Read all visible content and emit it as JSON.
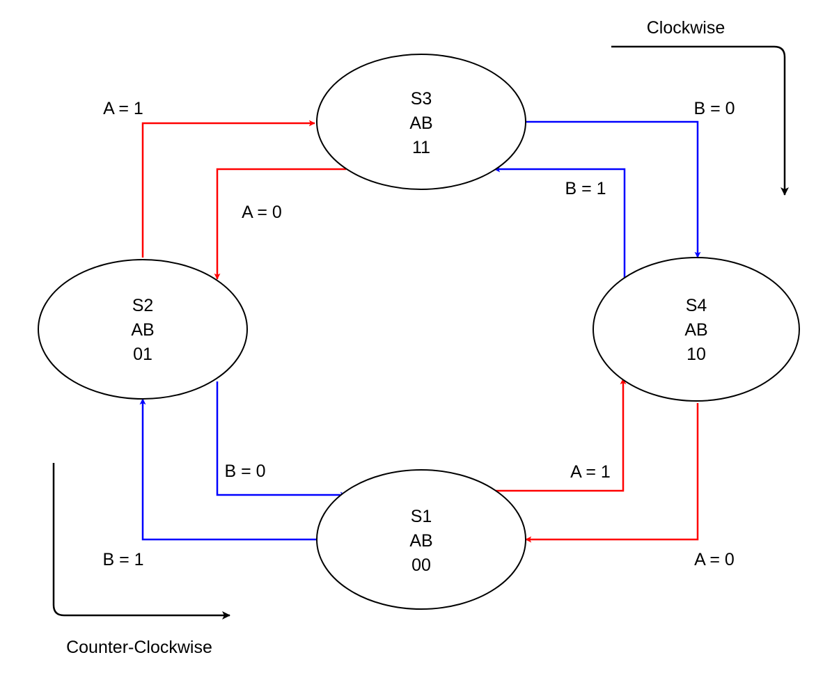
{
  "states": {
    "s1": {
      "name": "S1",
      "vars": "AB",
      "code": "00"
    },
    "s2": {
      "name": "S2",
      "vars": "AB",
      "code": "01"
    },
    "s3": {
      "name": "S3",
      "vars": "AB",
      "code": "11"
    },
    "s4": {
      "name": "S4",
      "vars": "AB",
      "code": "10"
    }
  },
  "transitions": {
    "s2_to_s3": "A = 1",
    "s3_to_s2": "A = 0",
    "s3_to_s4": "B = 0",
    "s4_to_s3": "B = 1",
    "s2_to_s1": "B = 0",
    "s1_to_s2": "B = 1",
    "s1_to_s4": "A = 1",
    "s4_to_s1": "A = 0"
  },
  "directions": {
    "clockwise": "Clockwise",
    "counter_clockwise": "Counter-Clockwise"
  },
  "colors": {
    "a_transition": "#ff0000",
    "b_transition": "#0000ff",
    "direction": "#000000"
  }
}
